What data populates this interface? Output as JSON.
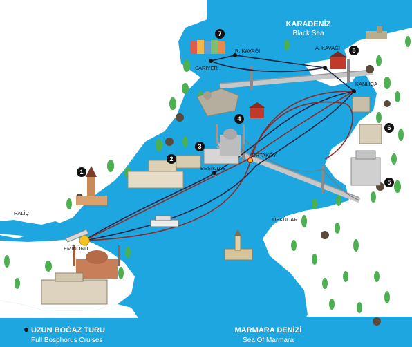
{
  "seas": {
    "north": {
      "name": "KARADENİZ",
      "subtitle": "Black Sea"
    },
    "south": {
      "name": "MARMARA DENİZİ",
      "subtitle": "Sea Of Marmara"
    }
  },
  "places": {
    "halic": "HALİÇ",
    "eminonu": "EMİNÖNÜ",
    "besiktas": "BEŞİKTAŞ",
    "ortakoy": "ORTAKÖY",
    "uskudar": "ÜSKÜDAR",
    "sariyer": "SARIYER",
    "r_kavagi": "R. KAVAĞI",
    "a_kavagi": "A. KAVAĞI",
    "kanlica": "KANLICA"
  },
  "markers": [
    "1",
    "2",
    "3",
    "4",
    "5",
    "6",
    "7",
    "8"
  ],
  "legend": {
    "title": "UZUN BOĞAZ TURU",
    "subtitle": "Full Bosphorus Cruises"
  },
  "colors": {
    "sea": "#1ea6e0",
    "land": "#ffffff",
    "route_dark": "#1b2340",
    "route_red": "#8c2a2a",
    "marker": "#111111",
    "tree": "#4caf50"
  }
}
